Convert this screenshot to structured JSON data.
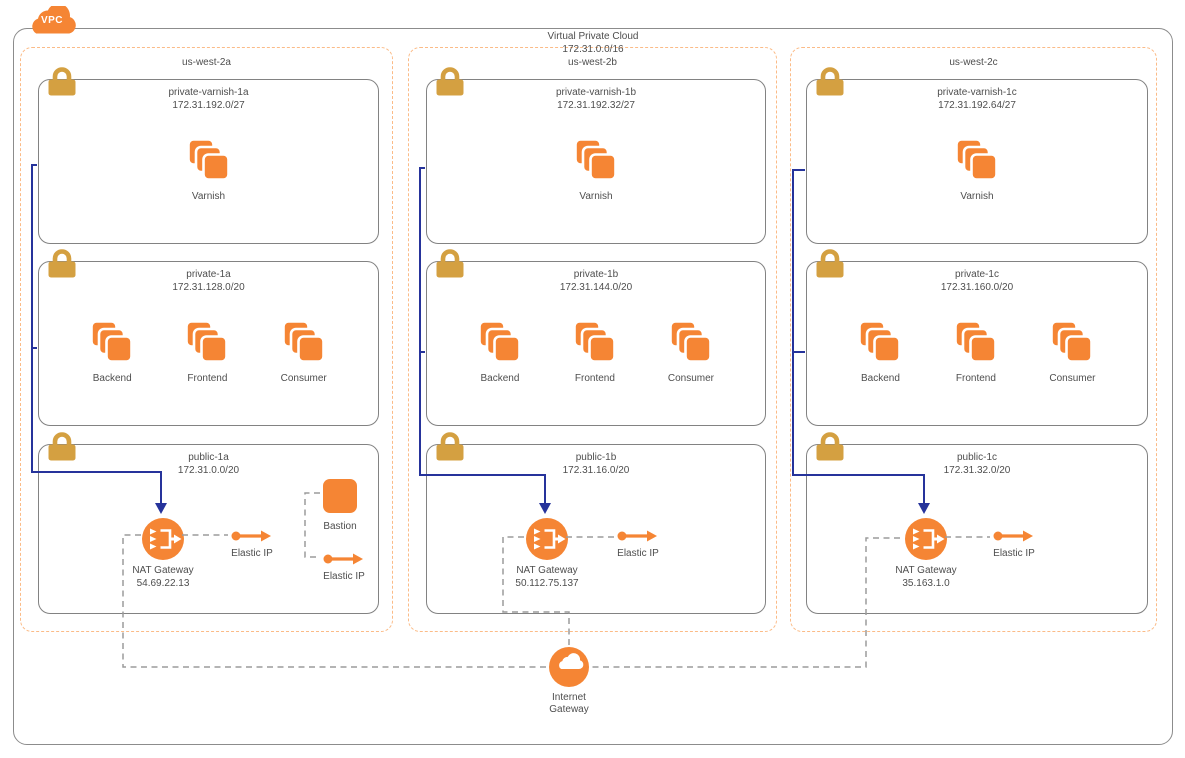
{
  "vpc": {
    "badge": "VPC",
    "title": "Virtual Private Cloud",
    "cidr": "172.31.0.0/16"
  },
  "igw": {
    "line1": "Internet",
    "line2": "Gateway"
  },
  "colors": {
    "orange": "#f58534",
    "gold": "#d4a041",
    "blue": "#26339b",
    "az_dashed_border": "#fbbb87",
    "subnet_border": "#828282",
    "connector_gray": "#9b9b9b",
    "text_gray": "#4e4e4e"
  },
  "icons": {
    "vpc_badge": "cloud-icon",
    "subnet_lock": "lock-icon",
    "instances": "instance-stack-icon",
    "nat": "nat-gateway-icon",
    "elastic_ip": "dot-arrow-icon",
    "bastion": "server-square-icon",
    "internet_gateway": "cloud-icon"
  },
  "azs": [
    {
      "name": "us-west-2a",
      "subnets": [
        {
          "name": "private-varnish-1a",
          "cidr": "172.31.192.0/27",
          "instances": [
            {
              "label": "Varnish"
            }
          ]
        },
        {
          "name": "private-1a",
          "cidr": "172.31.128.0/20",
          "instances": [
            {
              "label": "Backend"
            },
            {
              "label": "Frontend"
            },
            {
              "label": "Consumer"
            }
          ]
        },
        {
          "name": "public-1a",
          "cidr": "172.31.0.0/20",
          "nat": {
            "label": "NAT Gateway",
            "ip": "54.69.22.13"
          },
          "elastic_ip_label": "Elastic IP",
          "bastion": {
            "label": "Bastion",
            "elastic_ip_label": "Elastic IP"
          }
        }
      ]
    },
    {
      "name": "us-west-2b",
      "subnets": [
        {
          "name": "private-varnish-1b",
          "cidr": "172.31.192.32/27",
          "instances": [
            {
              "label": "Varnish"
            }
          ]
        },
        {
          "name": "private-1b",
          "cidr": "172.31.144.0/20",
          "instances": [
            {
              "label": "Backend"
            },
            {
              "label": "Frontend"
            },
            {
              "label": "Consumer"
            }
          ]
        },
        {
          "name": "public-1b",
          "cidr": "172.31.16.0/20",
          "nat": {
            "label": "NAT Gateway",
            "ip": "50.112.75.137"
          },
          "elastic_ip_label": "Elastic IP"
        }
      ]
    },
    {
      "name": "us-west-2c",
      "subnets": [
        {
          "name": "private-varnish-1c",
          "cidr": "172.31.192.64/27",
          "instances": [
            {
              "label": "Varnish"
            }
          ]
        },
        {
          "name": "private-1c",
          "cidr": "172.31.160.0/20",
          "instances": [
            {
              "label": "Backend"
            },
            {
              "label": "Frontend"
            },
            {
              "label": "Consumer"
            }
          ]
        },
        {
          "name": "public-1c",
          "cidr": "172.31.32.0/20",
          "nat": {
            "label": "NAT Gateway",
            "ip": "35.163.1.0"
          },
          "elastic_ip_label": "Elastic IP"
        }
      ]
    }
  ]
}
